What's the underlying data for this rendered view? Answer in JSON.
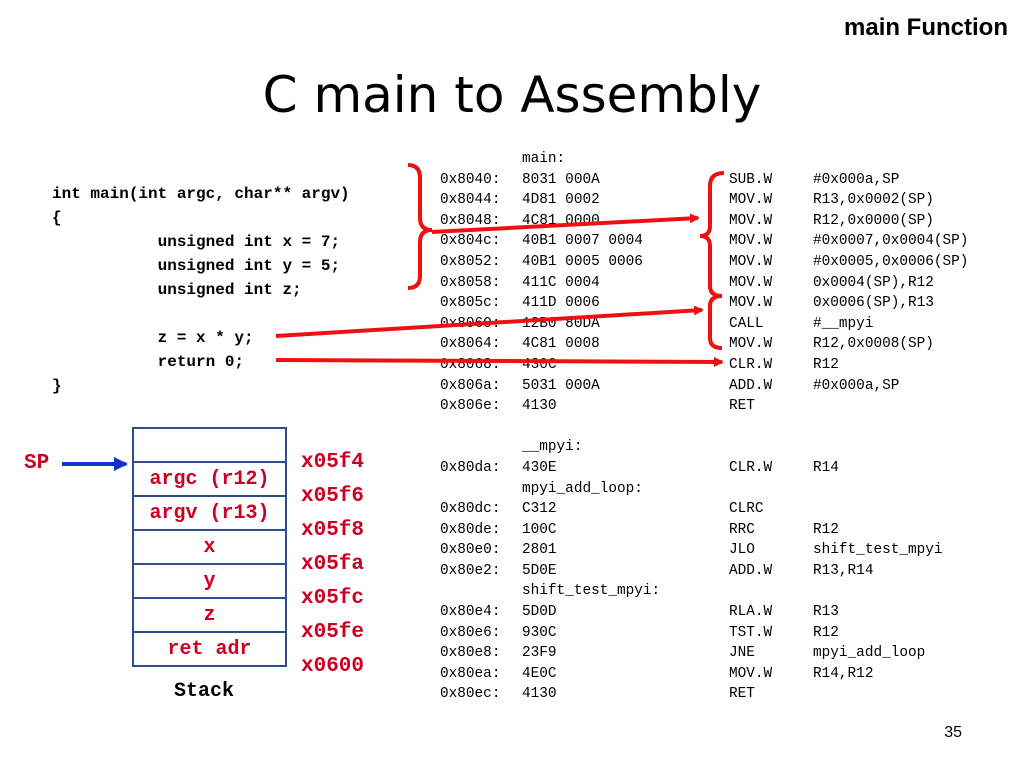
{
  "header": {
    "corner_title": "main Function",
    "title": "C main to Assembly"
  },
  "c_code": [
    "int main(int argc, char** argv)",
    "{",
    "           unsigned int x = 7;",
    "           unsigned int y = 5;",
    "           unsigned int z;",
    "",
    "           z = x * y;",
    "           return 0;",
    "}"
  ],
  "assembly": [
    {
      "addr": "",
      "hex": "main:",
      "op": "",
      "operand": ""
    },
    {
      "addr": "0x8040:",
      "hex": "8031 000A",
      "op": "SUB.W",
      "operand": "#0x000a,SP"
    },
    {
      "addr": "0x8044:",
      "hex": "4D81 0002",
      "op": "MOV.W",
      "operand": "R13,0x0002(SP)"
    },
    {
      "addr": "0x8048:",
      "hex": "4C81 0000",
      "op": "MOV.W",
      "operand": "R12,0x0000(SP)"
    },
    {
      "addr": "0x804c:",
      "hex": "40B1 0007 0004",
      "op": "MOV.W",
      "operand": "#0x0007,0x0004(SP)"
    },
    {
      "addr": "0x8052:",
      "hex": "40B1 0005 0006",
      "op": "MOV.W",
      "operand": "#0x0005,0x0006(SP)"
    },
    {
      "addr": "0x8058:",
      "hex": "411C 0004",
      "op": "MOV.W",
      "operand": "0x0004(SP),R12"
    },
    {
      "addr": "0x805c:",
      "hex": "411D 0006",
      "op": "MOV.W",
      "operand": "0x0006(SP),R13"
    },
    {
      "addr": "0x8060:",
      "hex": "12B0 80DA",
      "op": "CALL",
      "operand": "#__mpyi"
    },
    {
      "addr": "0x8064:",
      "hex": "4C81 0008",
      "op": "MOV.W",
      "operand": "R12,0x0008(SP)"
    },
    {
      "addr": "0x8068:",
      "hex": "430C",
      "op": "CLR.W",
      "operand": "R12"
    },
    {
      "addr": "0x806a:",
      "hex": "5031 000A",
      "op": "ADD.W",
      "operand": "#0x000a,SP"
    },
    {
      "addr": "0x806e:",
      "hex": "4130",
      "op": "RET",
      "operand": ""
    },
    {
      "addr": "",
      "hex": "",
      "op": "",
      "operand": ""
    },
    {
      "addr": "",
      "hex": "__mpyi:",
      "op": "",
      "operand": ""
    },
    {
      "addr": "0x80da:",
      "hex": "430E",
      "op": "CLR.W",
      "operand": "R14"
    },
    {
      "addr": "",
      "hex": "mpyi_add_loop:",
      "op": "",
      "operand": ""
    },
    {
      "addr": "0x80dc:",
      "hex": "C312",
      "op": "CLRC",
      "operand": ""
    },
    {
      "addr": "0x80de:",
      "hex": "100C",
      "op": "RRC",
      "operand": "R12"
    },
    {
      "addr": "0x80e0:",
      "hex": "2801",
      "op": "JLO",
      "operand": "shift_test_mpyi"
    },
    {
      "addr": "0x80e2:",
      "hex": "5D0E",
      "op": "ADD.W",
      "operand": "R13,R14"
    },
    {
      "addr": "",
      "hex": "shift_test_mpyi:",
      "op": "",
      "operand": ""
    },
    {
      "addr": "0x80e4:",
      "hex": "5D0D",
      "op": "RLA.W",
      "operand": "R13"
    },
    {
      "addr": "0x80e6:",
      "hex": "930C",
      "op": "TST.W",
      "operand": "R12"
    },
    {
      "addr": "0x80e8:",
      "hex": "23F9",
      "op": "JNE",
      "operand": "mpyi_add_loop"
    },
    {
      "addr": "0x80ea:",
      "hex": "4E0C",
      "op": "MOV.W",
      "operand": "R14,R12"
    },
    {
      "addr": "0x80ec:",
      "hex": "4130",
      "op": "RET",
      "operand": ""
    }
  ],
  "stack": {
    "cells": [
      "",
      "argc (r12)",
      "argv (r13)",
      "x",
      "y",
      "z",
      "ret adr"
    ],
    "addresses": [
      "x05f4",
      "x05f6",
      "x05f8",
      "x05fa",
      "x05fc",
      "x05fe",
      "x0600"
    ],
    "sp_label": "SP",
    "caption": "Stack"
  },
  "colors": {
    "accent_red": "#ee1111",
    "label_red": "#cc0022",
    "arrow_blue": "#1133cc",
    "stack_border": "#2f4d8c"
  },
  "footer": {
    "page_number": "35"
  }
}
